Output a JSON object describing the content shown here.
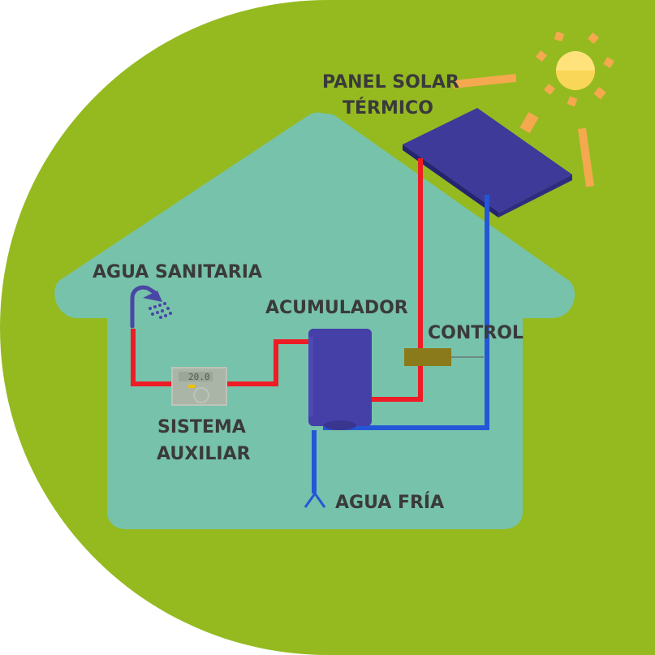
{
  "colors": {
    "blob": "#94ba20",
    "house": "#77c2aa",
    "hot_pipe": "#ee1c25",
    "cold_pipe": "#2456d8",
    "tank": "#4540a8",
    "panel": "#3d3a9a",
    "control": "#8a7a1c",
    "sun": "#ffe27a",
    "sun_rays": "#f5a94e"
  },
  "labels": {
    "panel_line1": "PANEL SOLAR",
    "panel_line2": "TÉRMICO",
    "agua_sanitaria": "AGUA SANITARIA",
    "acumulador": "ACUMULADOR",
    "control": "CONTROL",
    "sistema_line1": "SISTEMA",
    "sistema_line2": "AUXILIAR",
    "agua_fria": "AGUA FRÍA"
  },
  "boiler_display": "20.0",
  "icons": [
    "sun-icon",
    "shower-icon",
    "boiler-icon",
    "cold-water-inlet-icon"
  ]
}
